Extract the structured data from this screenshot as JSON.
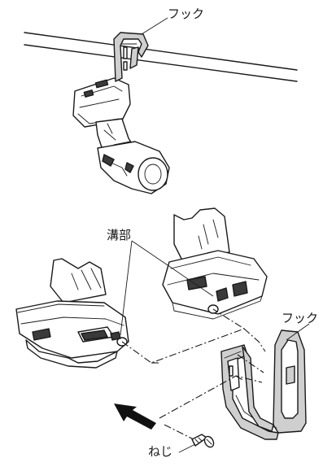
{
  "labels": {
    "hook_top": "フック",
    "groove": "溝部",
    "hook_bottom": "フック",
    "screw": "ねじ"
  },
  "colors": {
    "ink": "#1a1a1a",
    "metal": "#cfcfcf",
    "background": "#ffffff"
  }
}
